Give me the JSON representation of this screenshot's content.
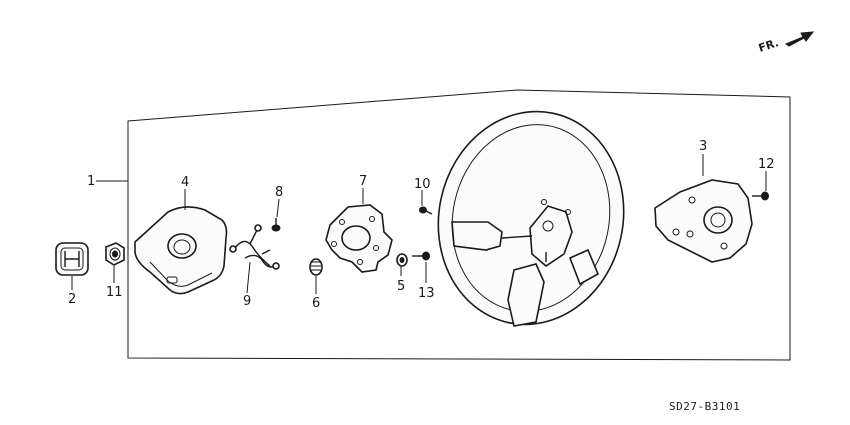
{
  "direction_label": "FR.",
  "diagram_code": "SD27-B3101",
  "callouts": [
    {
      "id": "1",
      "label": "1"
    },
    {
      "id": "2",
      "label": "2"
    },
    {
      "id": "3",
      "label": "3"
    },
    {
      "id": "4",
      "label": "4"
    },
    {
      "id": "5",
      "label": "5"
    },
    {
      "id": "6",
      "label": "6"
    },
    {
      "id": "7",
      "label": "7"
    },
    {
      "id": "8",
      "label": "8"
    },
    {
      "id": "9",
      "label": "9"
    },
    {
      "id": "10",
      "label": "10"
    },
    {
      "id": "11",
      "label": "11"
    },
    {
      "id": "12",
      "label": "12"
    },
    {
      "id": "13",
      "label": "13"
    }
  ]
}
